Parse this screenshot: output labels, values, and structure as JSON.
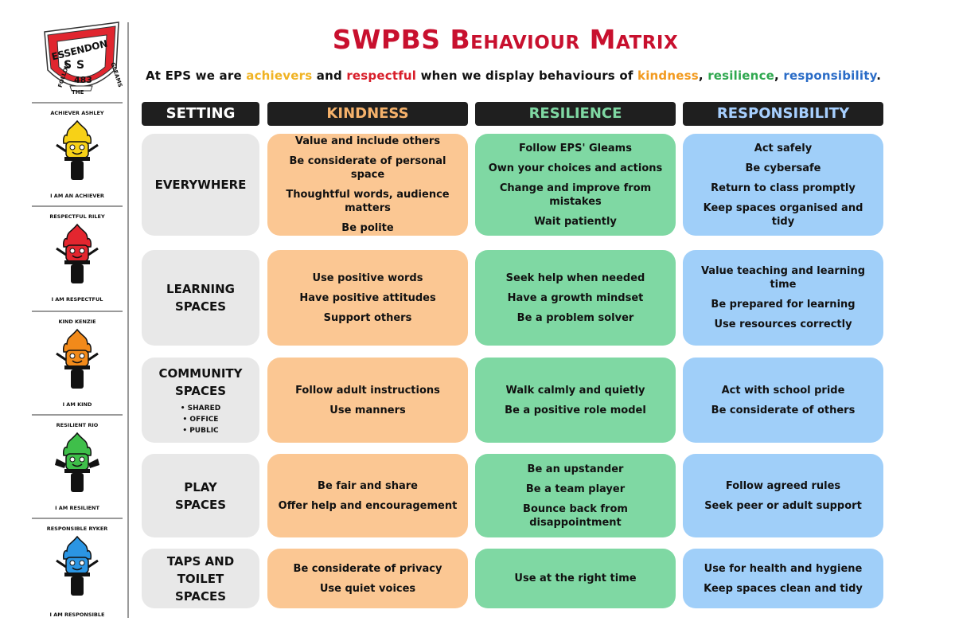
{
  "title": "SWPBS Behaviour Matrix",
  "subtitle": {
    "p1": "At EPS we are ",
    "achievers": "achievers",
    "p2": " and ",
    "respectful": "respectful",
    "p3": " when we display behaviours of ",
    "kindness": "kindness",
    "c1": ", ",
    "resilience": "resilience",
    "c2": ", ",
    "responsibility": "responsibility",
    "end": "."
  },
  "colors": {
    "title": "#c8102e",
    "achievers": "#f0b323",
    "respectful": "#d81e2a",
    "kindness": "#f29a1f",
    "resilience": "#2fa84f",
    "responsibility": "#2a6cc7",
    "kindness_header_text": "#f6b26b",
    "resilience_header_text": "#7fd8a3",
    "responsibility_header_text": "#a7d0ff"
  },
  "logo": {
    "top": "ESSENDON",
    "middle": "S S",
    "number": "483",
    "left": "FOLLOW",
    "right": "GLEAMS",
    "bottom": "THE"
  },
  "mascots": [
    {
      "name": "ACHIEVER ASHLEY",
      "caption": "I AM AN ACHIEVER",
      "color": "#f7d117",
      "icon": "torch-achiever-icon"
    },
    {
      "name": "RESPECTFUL RILEY",
      "caption": "I AM RESPECTFUL",
      "color": "#e3262f",
      "icon": "torch-respectful-icon"
    },
    {
      "name": "KIND KENZIE",
      "caption": "I AM KIND",
      "color": "#f28a1a",
      "icon": "torch-kind-icon"
    },
    {
      "name": "RESILIENT RIO",
      "caption": "I AM RESILIENT",
      "color": "#3fbf4a",
      "icon": "torch-resilient-icon"
    },
    {
      "name": "RESPONSIBLE RYKER",
      "caption": "I AM RESPONSIBLE",
      "color": "#2b95e3",
      "icon": "torch-responsible-icon"
    }
  ],
  "headers": {
    "setting": "SETTING",
    "kindness": "KINDNESS",
    "resilience": "RESILIENCE",
    "responsibility": "RESPONSIBILITY"
  },
  "rows": [
    {
      "setting": [
        "EVERYWHERE"
      ],
      "sub": [],
      "kindness": [
        "Value and include others",
        "Be considerate of personal space",
        "Thoughtful words, audience matters",
        "Be polite"
      ],
      "resilience": [
        "Follow EPS' Gleams",
        "Own your choices and actions",
        "Change and improve from mistakes",
        "Wait patiently"
      ],
      "responsibility": [
        "Act safely",
        "Be cybersafe",
        "Return to class promptly",
        "Keep spaces organised and tidy"
      ]
    },
    {
      "setting": [
        "LEARNING",
        "SPACES"
      ],
      "sub": [],
      "kindness": [
        "Use positive words",
        "Have positive attitudes",
        "Support others"
      ],
      "resilience": [
        "Seek help when needed",
        "Have a growth mindset",
        "Be a problem solver"
      ],
      "responsibility": [
        "Value teaching and learning time",
        "Be prepared for learning",
        "Use resources correctly"
      ]
    },
    {
      "setting": [
        "COMMUNITY",
        "SPACES"
      ],
      "sub": [
        "• SHARED",
        "• OFFICE",
        "• PUBLIC"
      ],
      "kindness": [
        "Follow adult instructions",
        "Use manners"
      ],
      "resilience": [
        "Walk calmly and quietly",
        "Be a positive role model"
      ],
      "responsibility": [
        "Act with school pride",
        "Be considerate of others"
      ]
    },
    {
      "setting": [
        "PLAY",
        "SPACES"
      ],
      "sub": [],
      "kindness": [
        "Be fair and share",
        "Offer help and encouragement"
      ],
      "resilience": [
        "Be an upstander",
        "Be a team player",
        "Bounce back from disappointment"
      ],
      "responsibility": [
        "Follow agreed rules",
        "Seek peer or adult support"
      ]
    },
    {
      "setting": [
        "TAPS AND",
        "TOILET",
        "SPACES"
      ],
      "sub": [],
      "kindness": [
        "Be considerate of privacy",
        "Use quiet voices"
      ],
      "resilience": [
        "Use at the right time"
      ],
      "responsibility": [
        "Use for health and hygiene",
        "Keep spaces clean and tidy"
      ]
    }
  ]
}
